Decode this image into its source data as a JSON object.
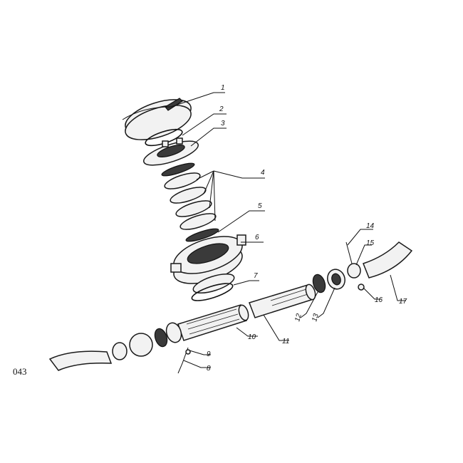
{
  "figure": {
    "code": "043",
    "callouts": [
      "1",
      "2",
      "3",
      "4",
      "5",
      "6",
      "7",
      "8",
      "9",
      "10",
      "11",
      "12",
      "13",
      "14",
      "15",
      "16",
      "17"
    ]
  }
}
